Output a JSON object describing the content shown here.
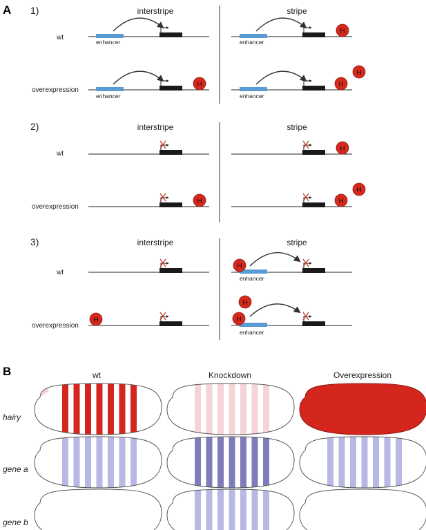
{
  "panel_a": {
    "label": "A",
    "row_labels": {
      "wt": "wt",
      "overexpression": "overexpression"
    },
    "enhancer_label": "enhancer",
    "protein_letter": "H",
    "sections": [
      {
        "number": "1)",
        "left_title": "interstripe",
        "right_title": "stripe"
      },
      {
        "number": "2)",
        "left_title": "interstripe",
        "right_title": "stripe"
      },
      {
        "number": "3)",
        "left_title": "interstripe",
        "right_title": "stripe"
      }
    ]
  },
  "panel_b": {
    "label": "B",
    "columns": [
      "wt",
      "Knockdown",
      "Overexpression"
    ],
    "rows": [
      "hairy",
      "gene a",
      "gene b"
    ]
  },
  "colors": {
    "enhancer": "#5b9bd5",
    "gene_box": "#1a1a1a",
    "protein": "#d7281c",
    "hairy_stripe": "#d4261c",
    "hairy_faint": "#f4d4d6",
    "gene_a_light": "#b8b8e4",
    "gene_a_dark": "#7e7cbb",
    "repression_mark": "#c0392b"
  }
}
